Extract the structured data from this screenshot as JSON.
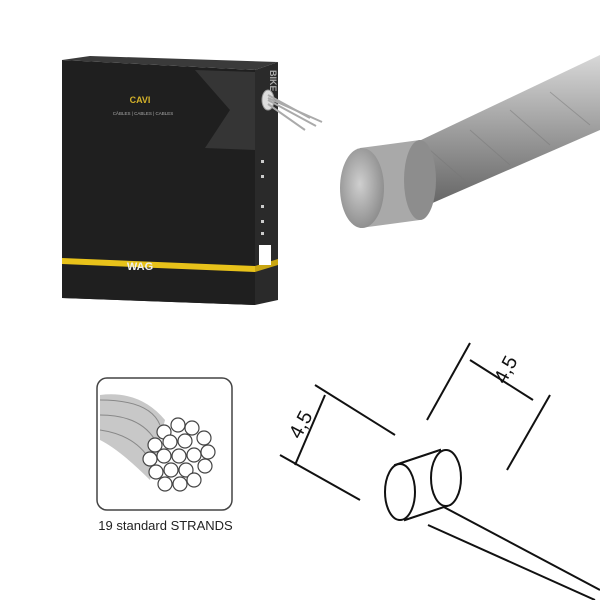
{
  "product_box": {
    "title": "CAVI",
    "subtitle": "CÂBLES | CABLES | CABLES",
    "brand": "WAG",
    "side_brand": "BIKE",
    "colors": {
      "box": "#1e1e1e",
      "band": "#e8c21a",
      "title": "#d4b22a"
    }
  },
  "diagram": {
    "dimension_left": "4,5",
    "dimension_right": "4,5",
    "strands_caption": "19 standard STRANDS"
  }
}
